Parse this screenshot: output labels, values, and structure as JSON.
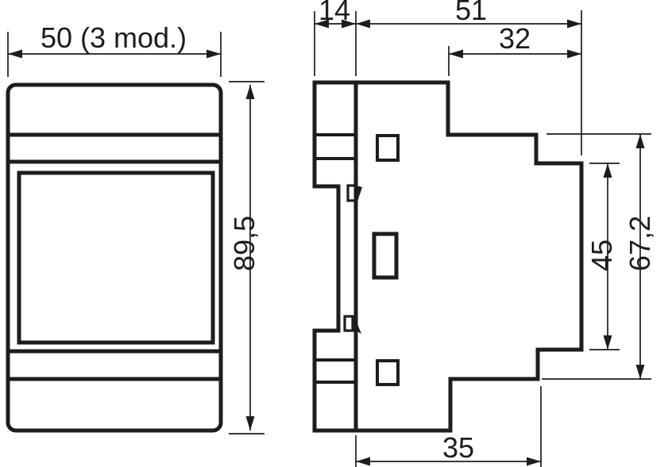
{
  "colors": {
    "ink": "#1d1d1b",
    "background": "#ffffff"
  },
  "drawing": {
    "front_view": {
      "width_label": "50 (3 mod.)",
      "height_label": "89,5"
    },
    "side_view": {
      "fascia_depth_label": "14",
      "body_depth_label": "51",
      "top_recess_depth_label": "32",
      "din_height_label": "45",
      "rear_height_label": "67,2",
      "bottom_depth_label": "35"
    }
  }
}
